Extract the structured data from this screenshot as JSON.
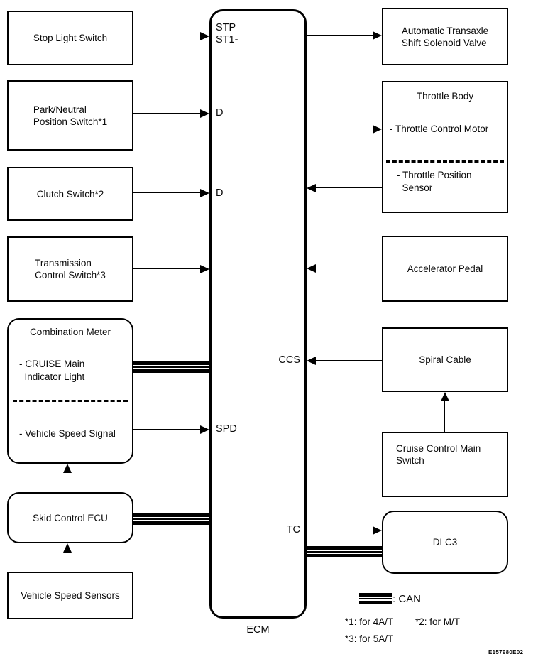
{
  "ecm": {
    "label": "ECM",
    "pins": {
      "stp_st1": "STP\nST1-",
      "d1": "D",
      "d2": "D",
      "spd": "SPD",
      "ccs": "CCS",
      "tc": "TC"
    }
  },
  "boxes": {
    "stop_light_switch": {
      "label": "Stop Light Switch"
    },
    "park_neutral_switch": {
      "label": "Park/Neutral\nPosition Switch*1"
    },
    "clutch_switch": {
      "label": "Clutch Switch*2"
    },
    "transmission_control_switch": {
      "label": "Transmission\nControl Switch*3"
    },
    "combination_meter": {
      "title": "Combination Meter",
      "item1": "- CRUISE Main\n  Indicator Light",
      "item2": "- Vehicle Speed Signal"
    },
    "skid_control_ecu": {
      "label": "Skid Control ECU"
    },
    "vehicle_speed_sensors": {
      "label": "Vehicle Speed Sensors"
    },
    "automatic_transaxle": {
      "label": "Automatic Transaxle\nShift Solenoid Valve"
    },
    "throttle_body": {
      "title": "Throttle Body",
      "item1": "- Throttle Control Motor",
      "item2": "- Throttle Position\n  Sensor"
    },
    "accelerator_pedal": {
      "label": "Accelerator Pedal"
    },
    "spiral_cable": {
      "label": "Spiral Cable"
    },
    "cruise_control_main_switch": {
      "label": "Cruise Control Main\nSwitch"
    },
    "dlc3": {
      "label": "DLC3"
    }
  },
  "legend": {
    "can": ": CAN",
    "note1": "*1: for 4A/T",
    "note2": "*2: for M/T",
    "note3": "*3: for 5A/T"
  },
  "doc_code": "E157980E02",
  "colors": {
    "line": "#000000",
    "background": "#ffffff",
    "text": "#0a0a0a"
  }
}
